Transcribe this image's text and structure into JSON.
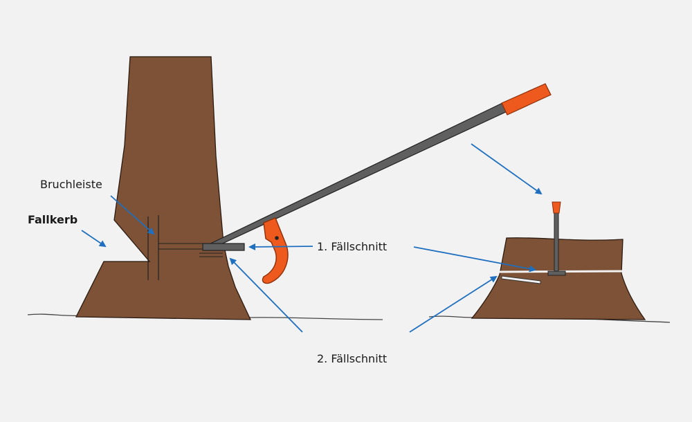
{
  "labels": {
    "bruchleiste": "Bruchleiste",
    "fallkerb": "Fallkerb",
    "cut1": "1. Fällschnitt",
    "cut2": "2. Fällschnitt"
  },
  "colors": {
    "background": "#f2f2f2",
    "wood": "#7d5236",
    "tool_metal": "#5f5f5f",
    "tool_orange": "#ee5a1e",
    "arrow": "#1e6fbf",
    "outline": "#222222"
  }
}
